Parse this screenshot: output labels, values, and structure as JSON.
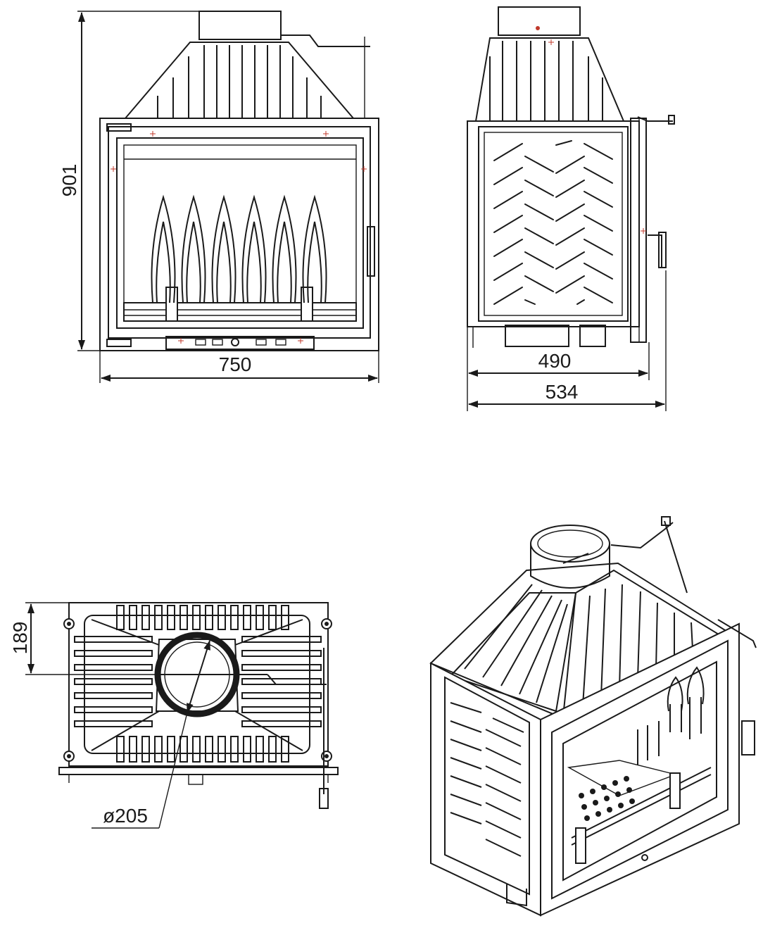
{
  "dimensions": {
    "front_height": "901",
    "front_width": "750",
    "side_depth_inner": "490",
    "side_depth_outer": "534",
    "top_offset": "189",
    "flue_diameter": "ø205"
  }
}
